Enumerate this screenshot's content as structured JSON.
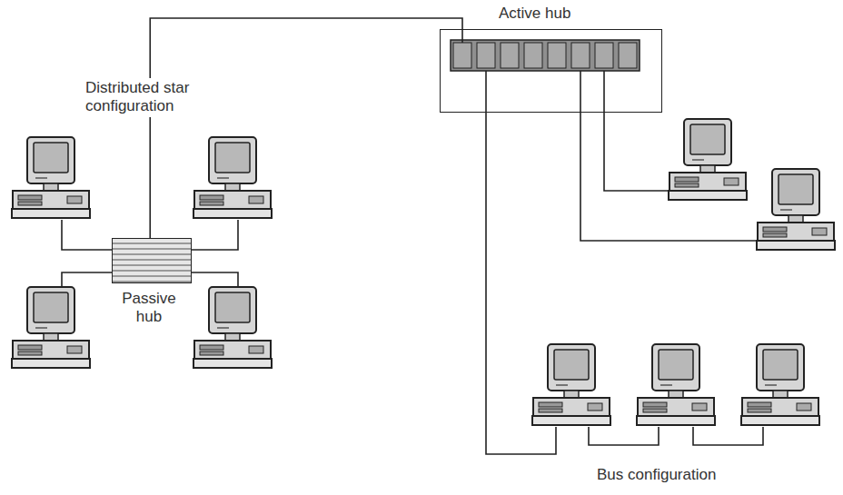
{
  "diagram": {
    "nodes": [
      {
        "text": [
          "Active hub"
        ]
      },
      {
        "text": [
          "Passive hub"
        ]
      }
    ],
    "edges": [
      {
        "from": 1,
        "to": 0,
        "arrow": "none"
      }
    ],
    "labels": [
      "Distributed star configuration",
      "Bus configuration"
    ]
  }
}
